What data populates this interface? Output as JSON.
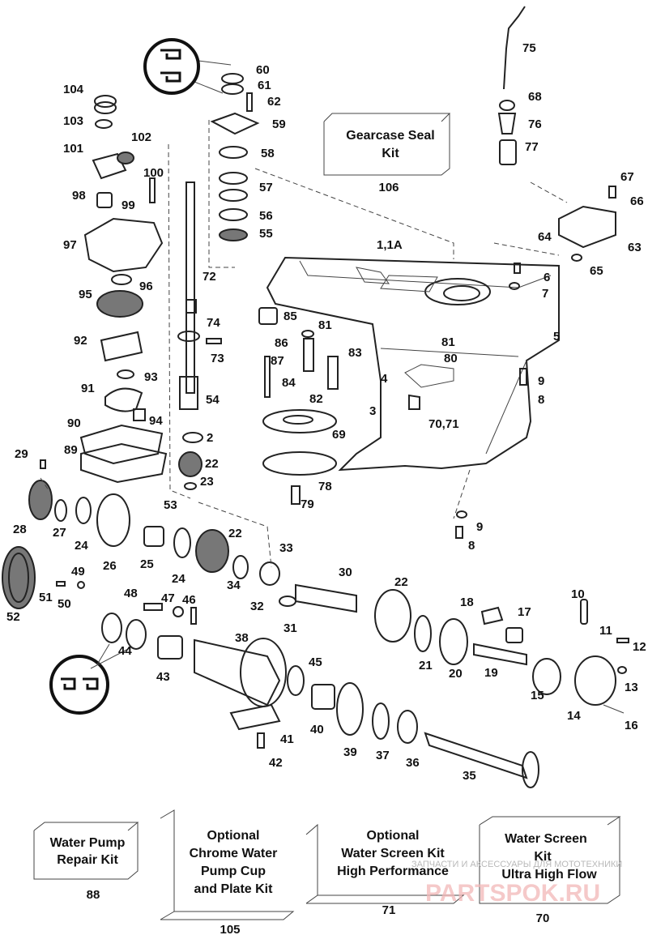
{
  "callouts": {
    "n60": "60",
    "n61": "61",
    "n62": "62",
    "n59": "59",
    "n58": "58",
    "n57": "57",
    "n56": "56",
    "n55": "55",
    "n75": "75",
    "n68": "68",
    "n76": "76",
    "n77": "77",
    "n67": "67",
    "n66": "66",
    "n64": "64",
    "n63": "63",
    "n65": "65",
    "n104": "104",
    "n103": "103",
    "n101": "101",
    "n102": "102",
    "n100": "100",
    "n98": "98",
    "n99": "99",
    "n97": "97",
    "n96": "96",
    "n95": "95",
    "n92": "92",
    "n93": "93",
    "n91": "91",
    "n94": "94",
    "n90": "90",
    "n89": "89",
    "n72": "72",
    "n74": "74",
    "n73": "73",
    "n54": "54",
    "n2": "2",
    "n22a": "22",
    "n23": "23",
    "n53": "53",
    "n1": "1,1A",
    "n6": "6",
    "n7": "7",
    "n5": "5",
    "n85": "85",
    "n86": "86",
    "n87": "87",
    "n81a": "81",
    "n83": "83",
    "n84": "84",
    "n82": "82",
    "n81b": "81",
    "n80": "80",
    "n4": "4",
    "n3": "3",
    "n7071": "70,71",
    "n9a": "9",
    "n8a": "8",
    "n69": "69",
    "n78": "78",
    "n79": "79",
    "n9b": "9",
    "n8b": "8",
    "n29": "29",
    "n28": "28",
    "n27": "27",
    "n24a": "24",
    "n26": "26",
    "n25": "25",
    "n24b": "24",
    "n22b": "22",
    "n34": "34",
    "n33": "33",
    "n32": "32",
    "n31": "31",
    "n30": "30",
    "n22c": "22",
    "n52": "52",
    "n51": "51",
    "n49": "49",
    "n50": "50",
    "n48": "48",
    "n47": "47",
    "n46": "46",
    "n44": "44",
    "n43": "43",
    "n38": "38",
    "n45": "45",
    "n41": "41",
    "n42": "42",
    "n40": "40",
    "n39": "39",
    "n37": "37",
    "n36": "36",
    "n35": "35",
    "n21": "21",
    "n20": "20",
    "n18": "18",
    "n17": "17",
    "n19": "19",
    "n10": "10",
    "n11": "11",
    "n12": "12",
    "n13": "13",
    "n15": "15",
    "n14": "14",
    "n16": "16"
  },
  "kits": {
    "gearcase_seal": {
      "line1": "Gearcase Seal",
      "line2": "Kit",
      "number": "106"
    },
    "water_pump_repair": {
      "line1": "Water Pump",
      "line2": "Repair Kit",
      "number": "88"
    },
    "chrome_water_pump": {
      "line1": "Optional",
      "line2": "Chrome Water",
      "line3": "Pump Cup",
      "line4": "and Plate Kit",
      "number": "105"
    },
    "water_screen_hp": {
      "line1": "Optional",
      "line2": "Water Screen Kit",
      "line3": "High Performance",
      "number": "71"
    },
    "water_screen_uhf": {
      "line1": "Water Screen",
      "line2": "Kit",
      "line3": "Ultra High Flow",
      "number": "70"
    }
  },
  "watermark": {
    "text": "ЗАПЧАСТИ И АКСЕССУАРЫ ДЛЯ МОТОТЕХНИКИ",
    "logo": "PARTSPOK.RU"
  }
}
